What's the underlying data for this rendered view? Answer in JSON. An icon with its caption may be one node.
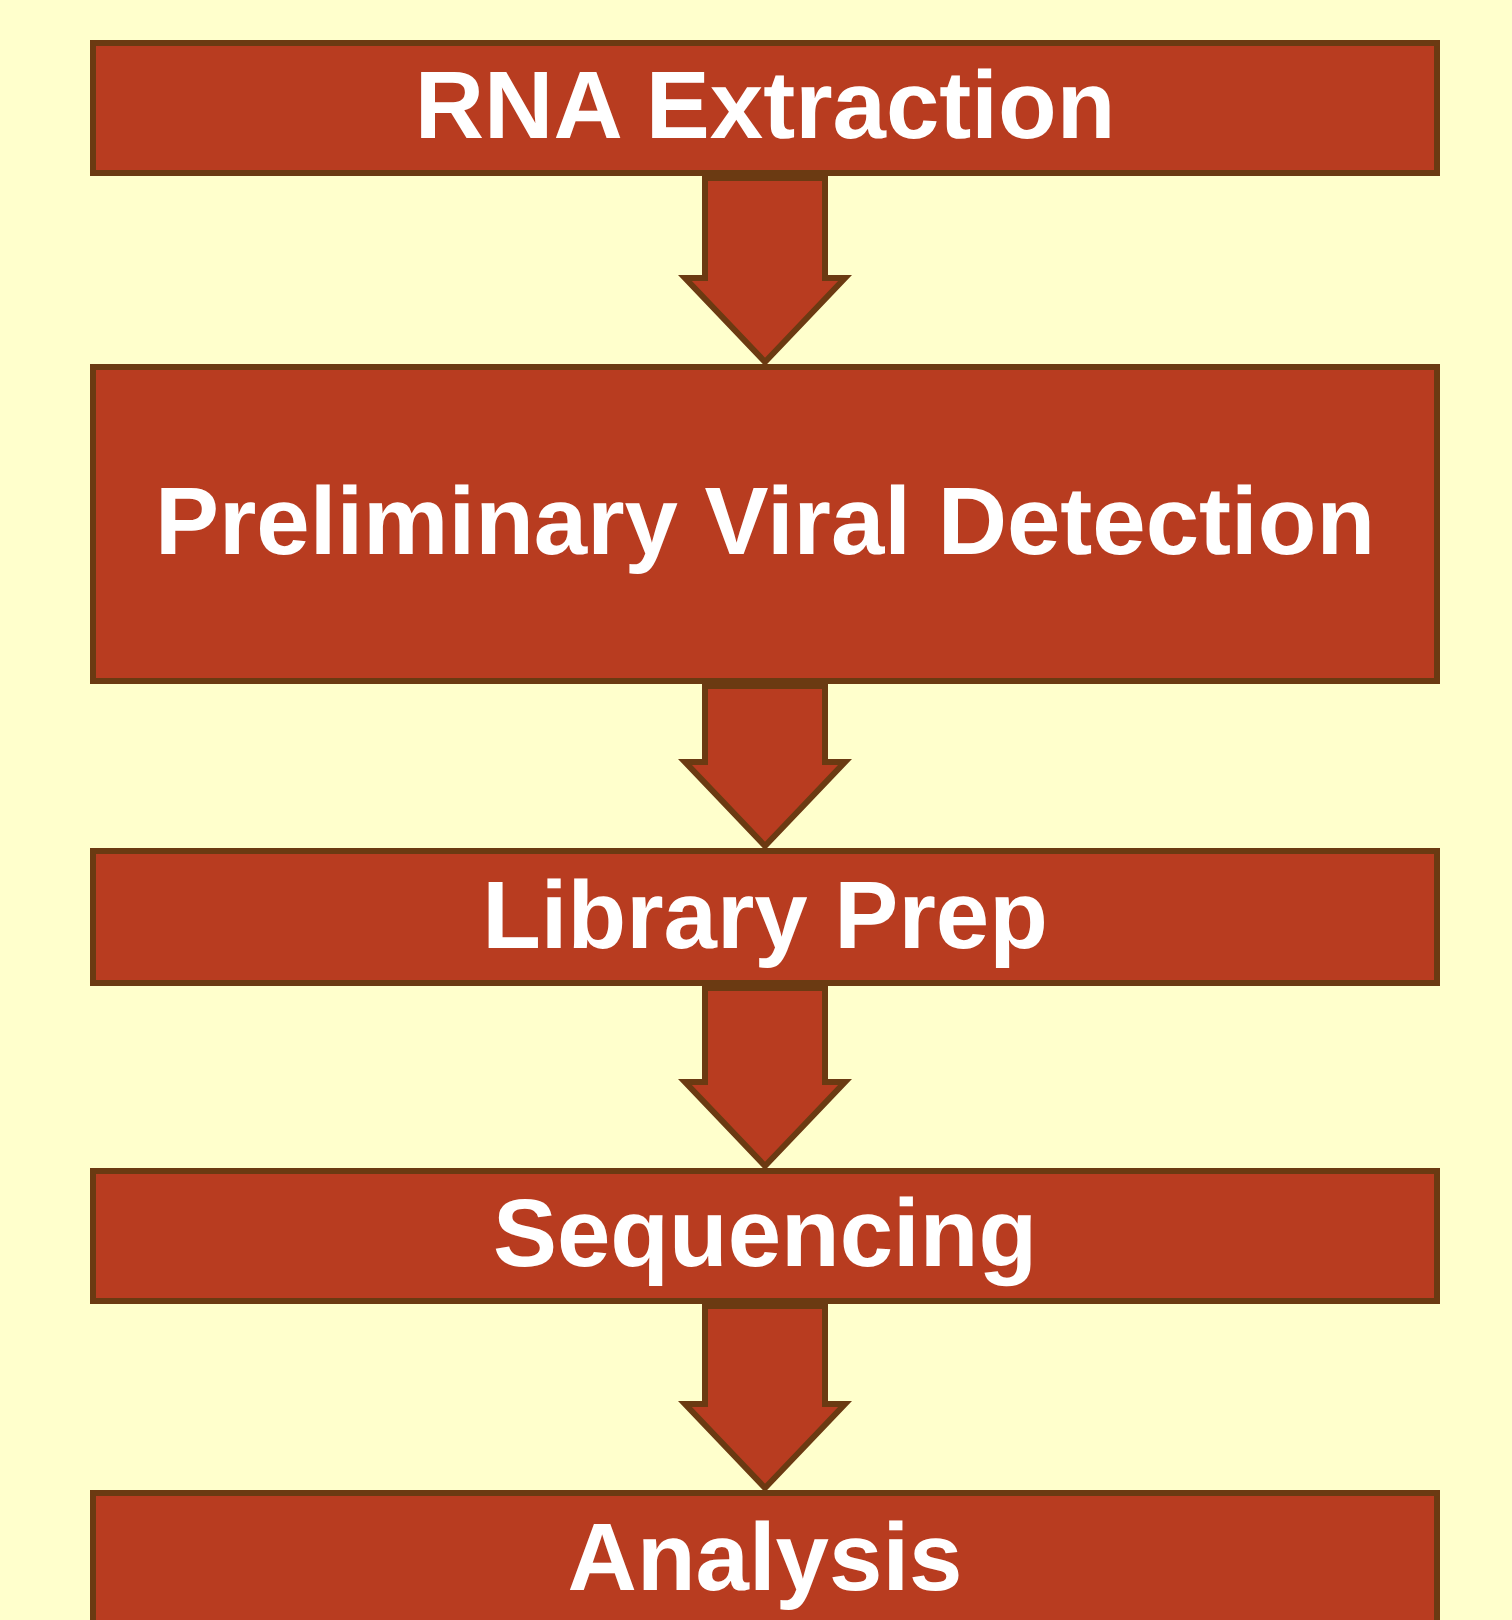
{
  "diagram": {
    "nodes": [
      {
        "text": [
          "RNA Extraction"
        ]
      },
      {
        "text": [
          "Preliminary Viral Detection"
        ]
      },
      {
        "text": [
          "Library Prep"
        ]
      },
      {
        "text": [
          "Sequencing"
        ]
      },
      {
        "text": [
          "Analysis"
        ]
      }
    ],
    "edges": [
      {
        "from": 0,
        "to": 1,
        "arrow": "to"
      },
      {
        "from": 1,
        "to": 2,
        "arrow": "to"
      },
      {
        "from": 2,
        "to": 3,
        "arrow": "to"
      },
      {
        "from": 3,
        "to": 4,
        "arrow": "to"
      }
    ]
  }
}
